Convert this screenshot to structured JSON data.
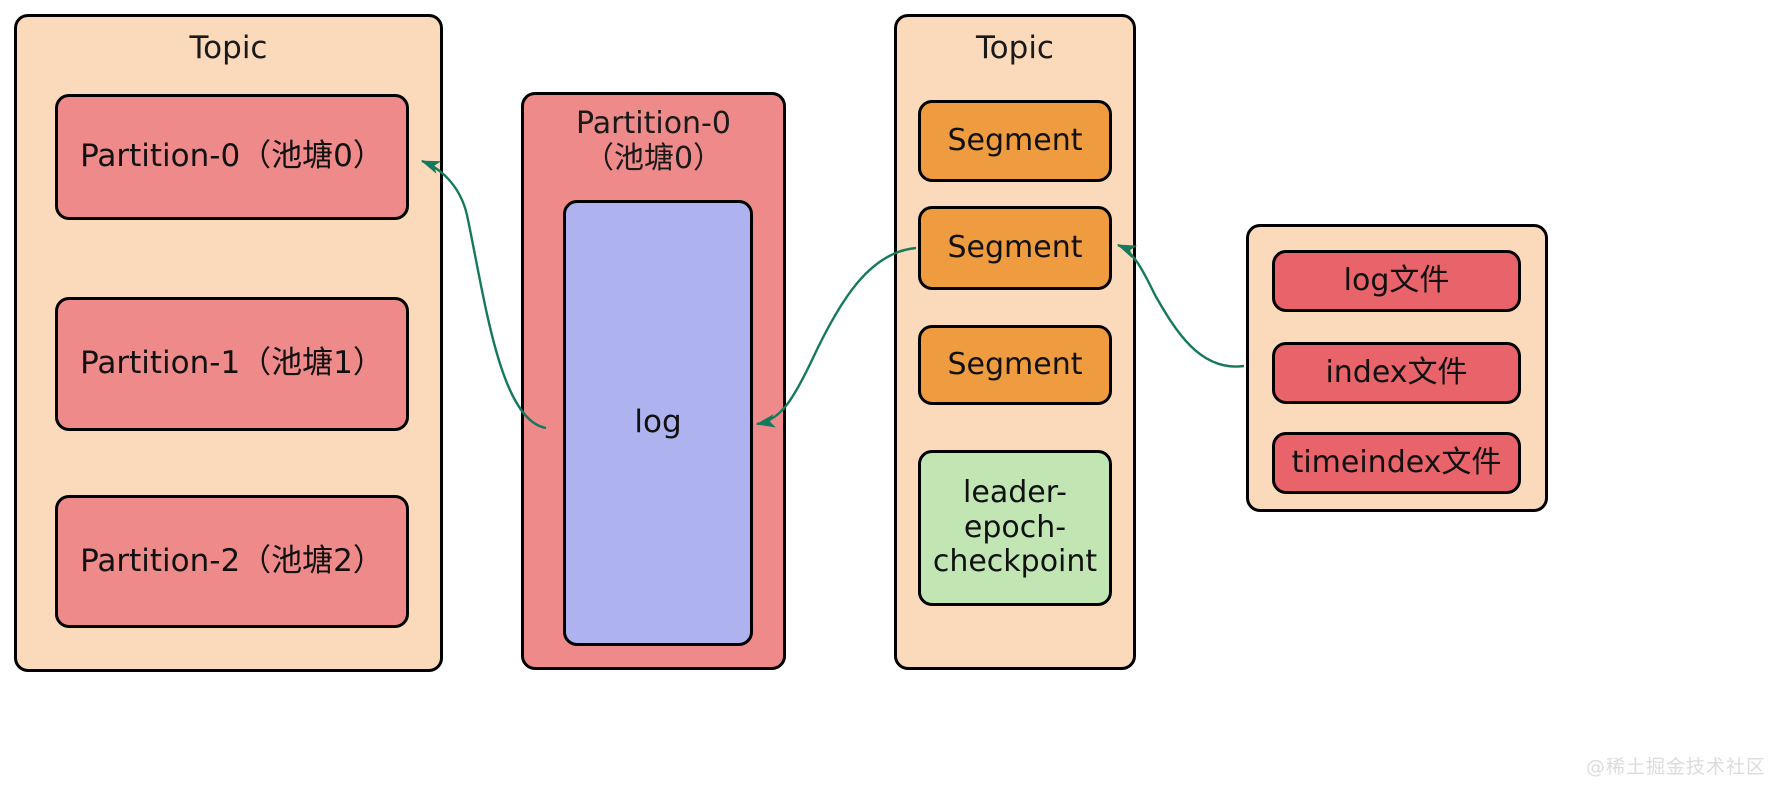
{
  "diagram": {
    "title_left": "Topic",
    "title_right": "Topic",
    "watermark": "@稀土掘金技术社区",
    "colors": {
      "container": "#fbd9bb",
      "partition": "#ef8a8a",
      "segment": "#ef9b3f",
      "checkpoint": "#c1e6b4",
      "log": "#aeb3f0",
      "file": "#e8636a",
      "stroke": "#000000",
      "arrow": "#16795e"
    }
  },
  "topic_left": {
    "label": "Topic",
    "partitions": [
      {
        "label": "Partition-0（池塘0）"
      },
      {
        "label": "Partition-1（池塘1）"
      },
      {
        "label": "Partition-2（池塘2）"
      }
    ]
  },
  "partition_detail": {
    "label": "Partition-0\n（池塘0）",
    "log": {
      "label": "log"
    }
  },
  "topic_right": {
    "label": "Topic",
    "items": [
      {
        "label": "Segment",
        "kind": "segment"
      },
      {
        "label": "Segment",
        "kind": "segment"
      },
      {
        "label": "Segment",
        "kind": "segment"
      },
      {
        "label": "leader-\nepoch-\ncheckpoint",
        "kind": "checkpoint"
      }
    ]
  },
  "segment_detail": {
    "files": [
      {
        "label": "log文件"
      },
      {
        "label": "index文件"
      },
      {
        "label": "timeindex文件"
      }
    ]
  }
}
